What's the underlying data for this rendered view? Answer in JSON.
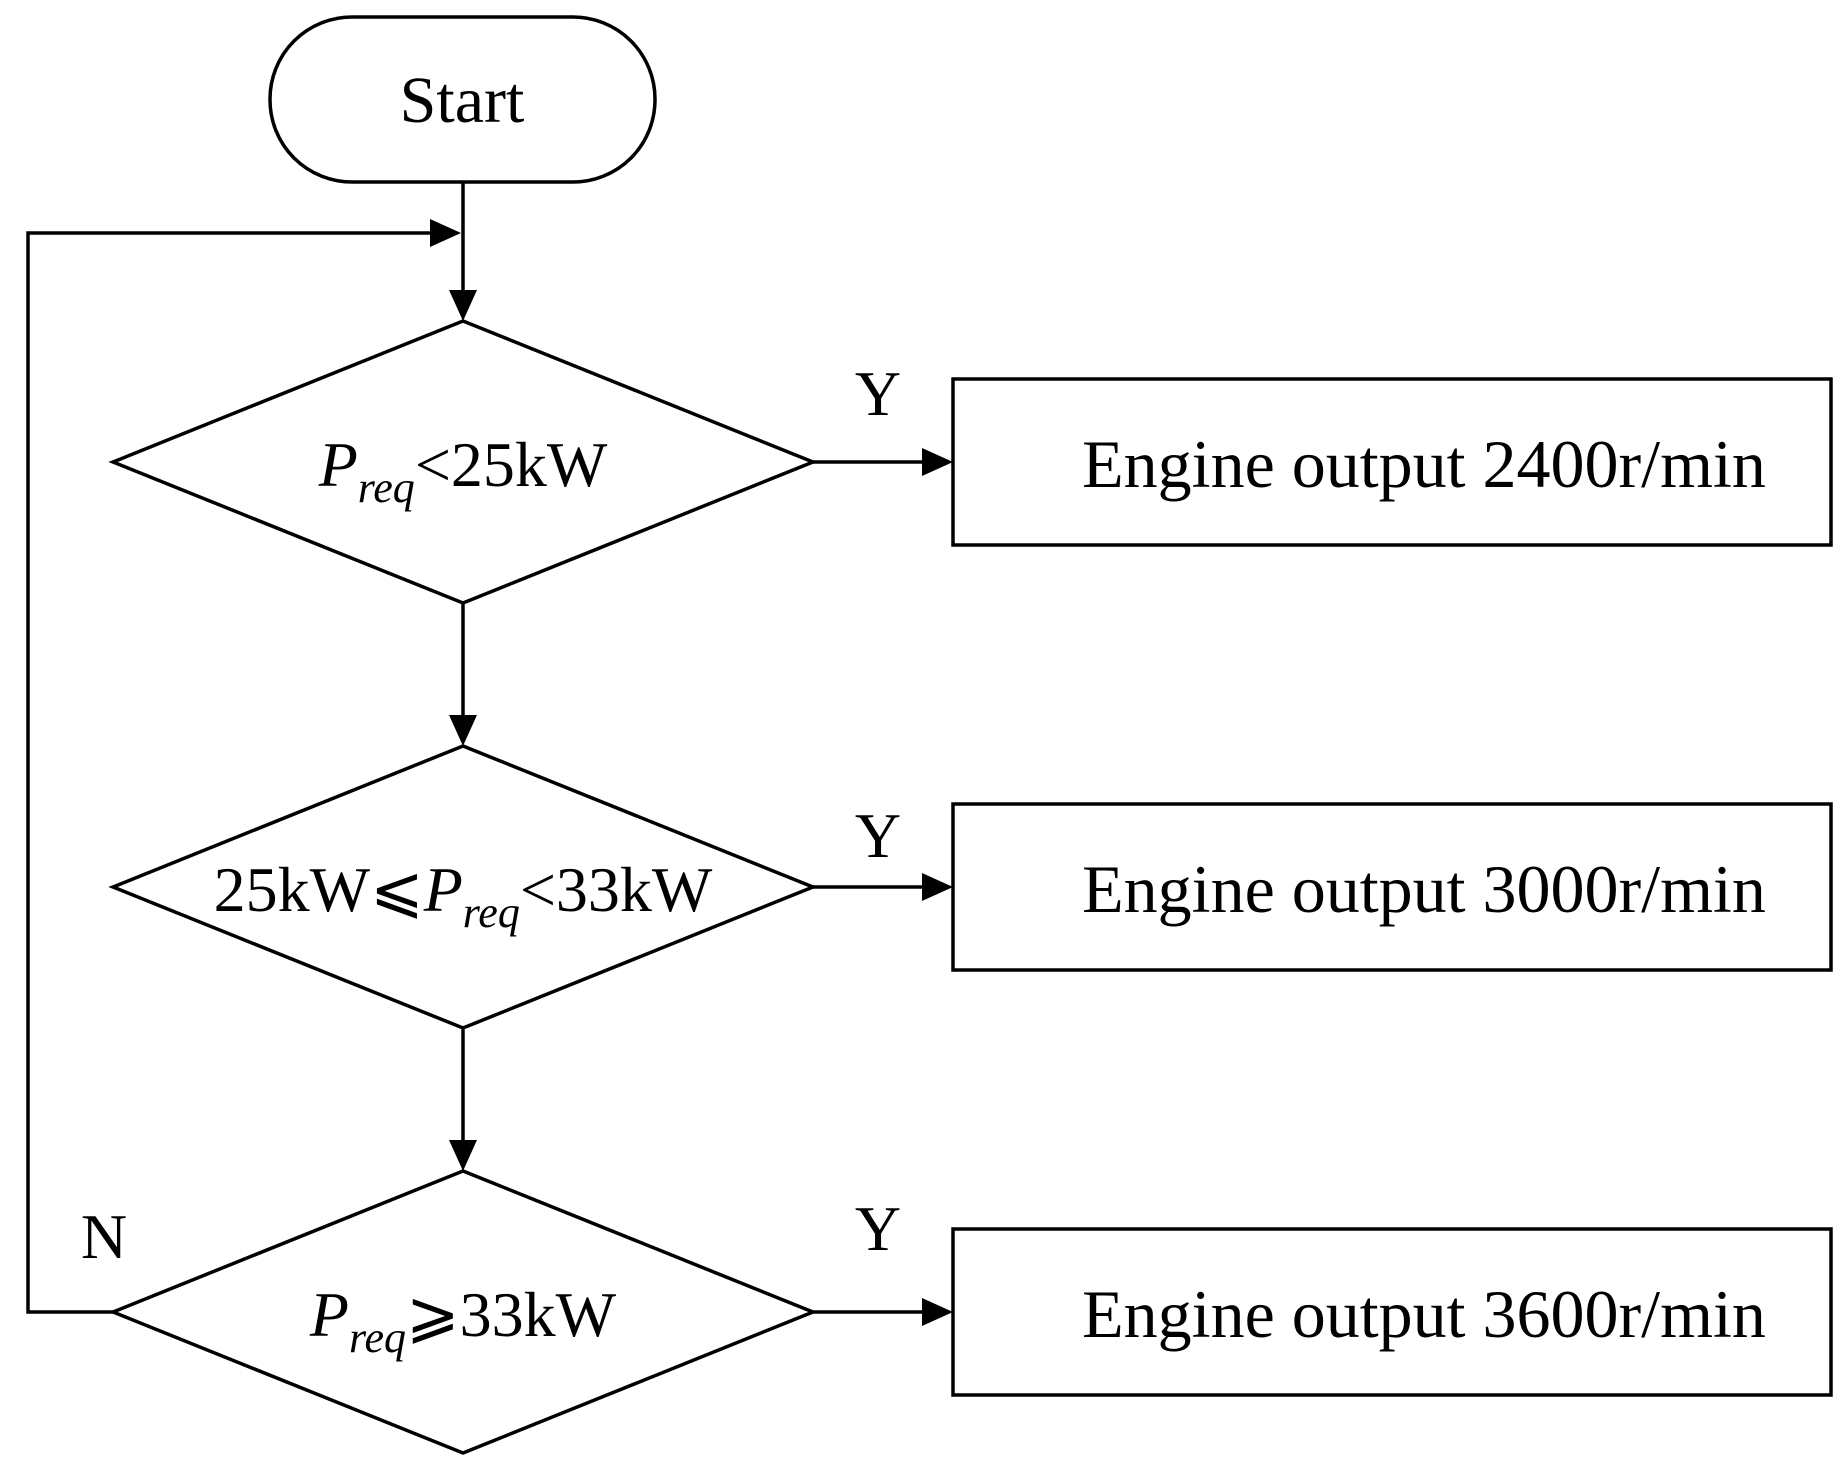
{
  "start": {
    "label": "Start"
  },
  "decisions": [
    {
      "var": "P",
      "sub": "req",
      "rel": "<",
      "val": "25kW"
    },
    {
      "pre": "25kW",
      "pre_rel": "⩽",
      "var": "P",
      "sub": "req",
      "rel": "<",
      "val": "33kW"
    },
    {
      "var": "P",
      "sub": "req",
      "rel": "⩾",
      "val": "33kW"
    }
  ],
  "actions": [
    {
      "label": "Engine output 2400r/min"
    },
    {
      "label": "Engine output 3000r/min"
    },
    {
      "label": "Engine output 3600r/min"
    }
  ],
  "branch_labels": {
    "yes": "Y",
    "no": "N"
  }
}
